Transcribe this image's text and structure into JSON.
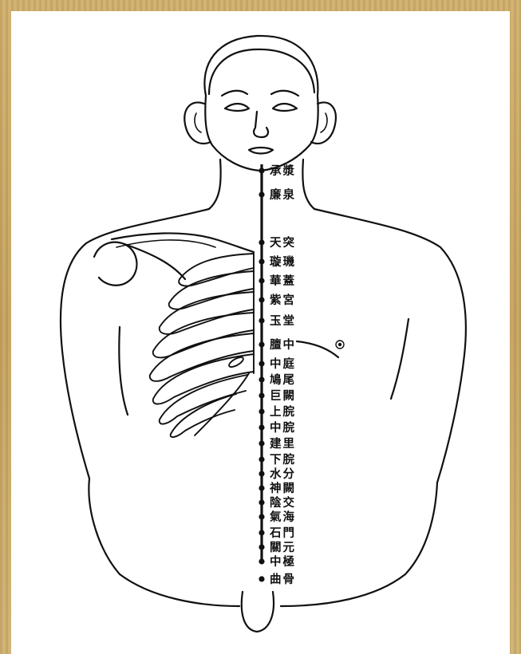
{
  "diagram": {
    "meridian": "conception-vessel",
    "acupoints": [
      {
        "label": "承漿"
      },
      {
        "label": "廉泉"
      },
      {
        "label": "天突"
      },
      {
        "label": "璇璣"
      },
      {
        "label": "華蓋"
      },
      {
        "label": "紫宮"
      },
      {
        "label": "玉堂"
      },
      {
        "label": "膻中"
      },
      {
        "label": "中庭"
      },
      {
        "label": "鳩尾"
      },
      {
        "label": "巨闕"
      },
      {
        "label": "上脘"
      },
      {
        "label": "中脘"
      },
      {
        "label": "建里"
      },
      {
        "label": "下脘"
      },
      {
        "label": "水分"
      },
      {
        "label": "神闕"
      },
      {
        "label": "陰交"
      },
      {
        "label": "氣海"
      },
      {
        "label": "石門"
      },
      {
        "label": "關元"
      },
      {
        "label": "中極"
      },
      {
        "label": "曲骨"
      }
    ],
    "colors": {
      "background": "#c8a868",
      "panel": "#ffffff",
      "ink": "#111111"
    }
  }
}
